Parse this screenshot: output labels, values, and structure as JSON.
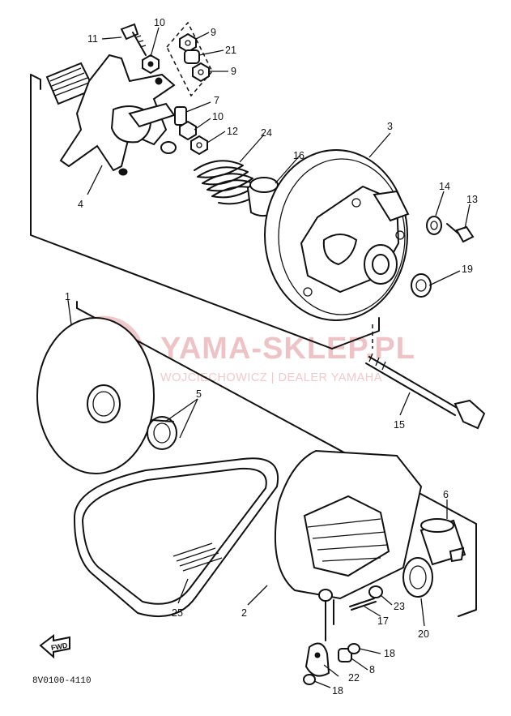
{
  "watermark": {
    "title": "YAMA-SKLEP.PL",
    "subtitle": "WOJCIECHOWICZ | DEALER YAMAHA",
    "color": "#e9b0b4"
  },
  "part_code": "8V0100-4110",
  "direction_arrow": "FWD",
  "callouts": [
    {
      "id": "c11",
      "text": "11"
    },
    {
      "id": "c10a",
      "text": "10"
    },
    {
      "id": "c9a",
      "text": "9"
    },
    {
      "id": "c21",
      "text": "21"
    },
    {
      "id": "c9b",
      "text": "9"
    },
    {
      "id": "c7",
      "text": "7"
    },
    {
      "id": "c10b",
      "text": "10"
    },
    {
      "id": "c12",
      "text": "12"
    },
    {
      "id": "c24",
      "text": "24"
    },
    {
      "id": "c16",
      "text": "16"
    },
    {
      "id": "c3",
      "text": "3"
    },
    {
      "id": "c4",
      "text": "4"
    },
    {
      "id": "c14",
      "text": "14"
    },
    {
      "id": "c13",
      "text": "13"
    },
    {
      "id": "c19",
      "text": "19"
    },
    {
      "id": "c1",
      "text": "1"
    },
    {
      "id": "c5",
      "text": "5"
    },
    {
      "id": "c15",
      "text": "15"
    },
    {
      "id": "c6",
      "text": "6"
    },
    {
      "id": "c25",
      "text": "25"
    },
    {
      "id": "c2",
      "text": "2"
    },
    {
      "id": "c23",
      "text": "23"
    },
    {
      "id": "c17",
      "text": "17"
    },
    {
      "id": "c20",
      "text": "20"
    },
    {
      "id": "c18a",
      "text": "18"
    },
    {
      "id": "c8",
      "text": "8"
    },
    {
      "id": "c22",
      "text": "22"
    },
    {
      "id": "c18b",
      "text": "18"
    }
  ]
}
